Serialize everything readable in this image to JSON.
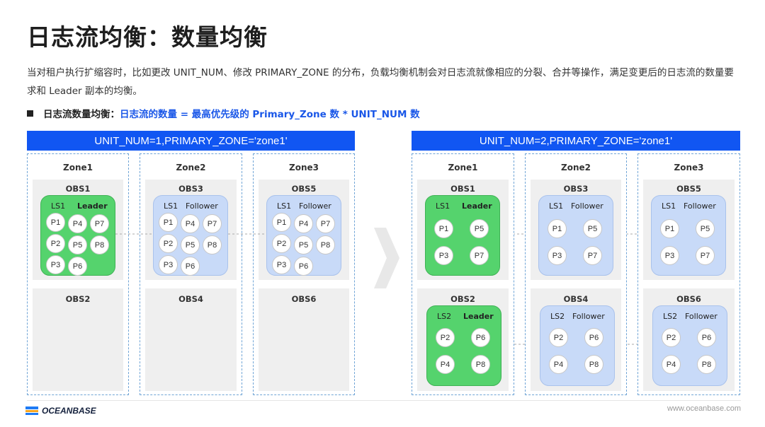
{
  "title": "日志流均衡：数量均衡",
  "description": "当对租户执行扩缩容时，比如更改 UNIT_NUM、修改 PRIMARY_ZONE 的分布，负载均衡机制会对日志流就像相应的分裂、合并等操作，满足变更后的日志流的数量要求和 Leader 副本的均衡。",
  "bullet": {
    "label": "日志流数量均衡：",
    "formula": "日志流的数量 = 最高优先级的 Primary_Zone 数 * UNIT_NUM 数"
  },
  "colors": {
    "header_blue": "#1156f2",
    "leader_green": "#55d36d",
    "follower_blue": "#c8daf8",
    "formula_blue": "#1a57e8"
  },
  "left": {
    "header": "UNIT_NUM=1,PRIMARY_ZONE='zone1'",
    "zones": [
      {
        "name": "Zone1",
        "obs_top": "OBS1",
        "obs_bottom": "OBS2",
        "ls": {
          "name": "LS1",
          "role": "Leader"
        }
      },
      {
        "name": "Zone2",
        "obs_top": "OBS3",
        "obs_bottom": "OBS4",
        "ls": {
          "name": "LS1",
          "role": "Follower"
        }
      },
      {
        "name": "Zone3",
        "obs_top": "OBS5",
        "obs_bottom": "OBS6",
        "ls": {
          "name": "LS1",
          "role": "Follower"
        }
      }
    ],
    "partitions": [
      "P1",
      "P4",
      "P7",
      "P2",
      "P5",
      "P8",
      "P3",
      "P6"
    ]
  },
  "right": {
    "header": "UNIT_NUM=2,PRIMARY_ZONE='zone1'",
    "zones": [
      {
        "name": "Zone1",
        "obs_top": "OBS1",
        "obs_bottom": "OBS2",
        "ls_top": {
          "name": "LS1",
          "role": "Leader"
        },
        "ls_bottom": {
          "name": "LS2",
          "role": "Leader"
        }
      },
      {
        "name": "Zone2",
        "obs_top": "OBS3",
        "obs_bottom": "OBS4",
        "ls_top": {
          "name": "LS1",
          "role": "Follower"
        },
        "ls_bottom": {
          "name": "LS2",
          "role": "Follower"
        }
      },
      {
        "name": "Zone3",
        "obs_top": "OBS5",
        "obs_bottom": "OBS6",
        "ls_top": {
          "name": "LS1",
          "role": "Follower"
        },
        "ls_bottom": {
          "name": "LS2",
          "role": "Follower"
        }
      }
    ],
    "partitions_top": [
      "P1",
      "P5",
      "P3",
      "P7"
    ],
    "partitions_bottom": [
      "P2",
      "P6",
      "P4",
      "P8"
    ]
  },
  "footer": {
    "logo": "OCEANBASE",
    "website": "www.oceanbase.com"
  }
}
